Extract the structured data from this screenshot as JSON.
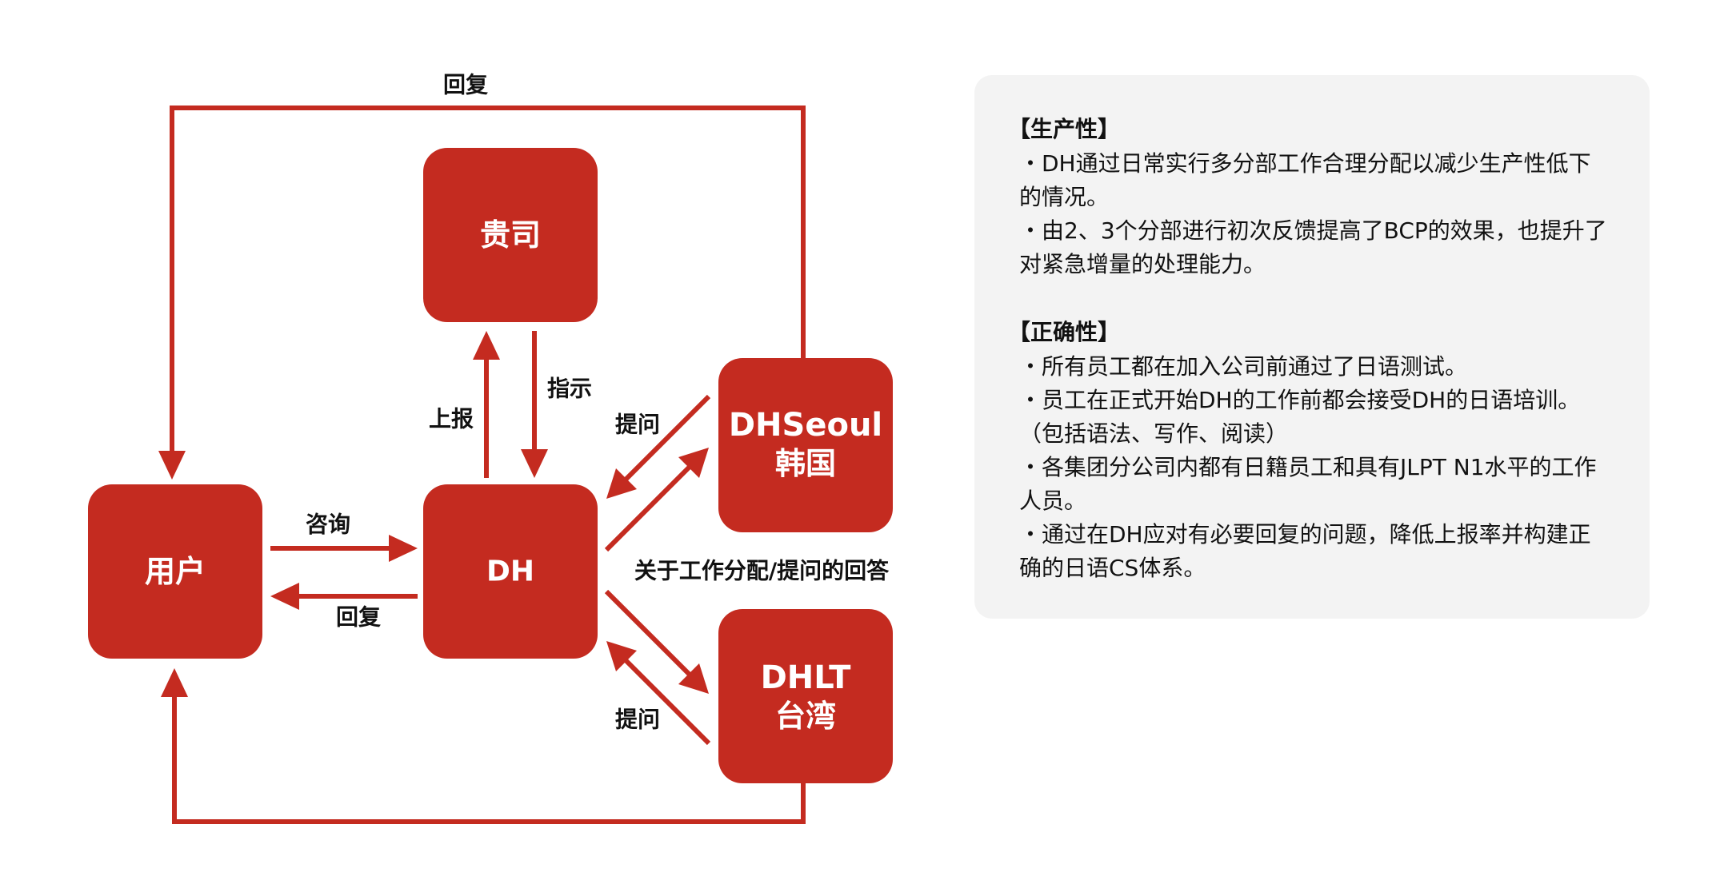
{
  "diagram": {
    "nodes": {
      "user": "用户",
      "company": "贵司",
      "dh": "DH",
      "seoul_line1": "DHSeoul",
      "seoul_line2": "韩国",
      "dhlt_line1": "DHLT",
      "dhlt_line2": "台湾"
    },
    "edges": {
      "reply_top": "回复",
      "consult": "咨询",
      "reply_mid": "回复",
      "report": "上报",
      "instruct": "指示",
      "ask_seoul": "提问",
      "ask_dhlt": "提问",
      "answer": "关于工作分配/提问的回答"
    },
    "colors": {
      "node": "#c42b20",
      "arrow": "#c42b20",
      "panel_bg": "#f3f3f3"
    }
  },
  "panel": {
    "sections": [
      {
        "title": "【生产性】",
        "items": [
          "・DH通过日常实行多分部工作合理分配以减少生产性低下的情况。",
          "・由2、3个分部进行初次反馈提高了BCP的效果，也提升了对紧急增量的处理能力。"
        ]
      },
      {
        "title": "【正确性】",
        "items": [
          "・所有员工都在加入公司前通过了日语测试。",
          "・员工在正式开始DH的工作前都会接受DH的日语培训。（包括语法、写作、阅读）",
          "・各集团分公司内都有日籍员工和具有JLPT N1水平的工作人员。",
          "・通过在DH应对有必要回复的问题，降低上报率并构建正确的日语CS体系。"
        ]
      }
    ]
  }
}
